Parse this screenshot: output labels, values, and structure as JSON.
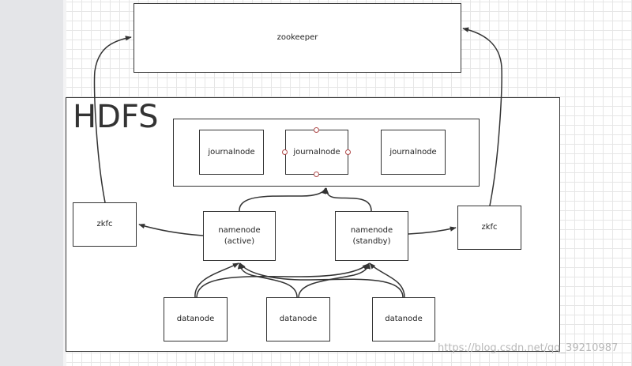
{
  "zookeeper": {
    "label": "zookeeper"
  },
  "hdfs": {
    "title": "HDFS"
  },
  "journalnodes": [
    {
      "label": "journalnode"
    },
    {
      "label": "journalnode"
    },
    {
      "label": "journalnode"
    }
  ],
  "zkfc_left": {
    "label": "zkfc"
  },
  "zkfc_right": {
    "label": "zkfc"
  },
  "namenode_active": {
    "line1": "namenode",
    "line2": "(active)"
  },
  "namenode_standby": {
    "line1": "namenode",
    "line2": "(standby)"
  },
  "datanodes": [
    {
      "label": "datanode"
    },
    {
      "label": "datanode"
    },
    {
      "label": "datanode"
    }
  ],
  "watermark": {
    "text": "https://blog.csdn.net/qq_39210987"
  },
  "colors": {
    "stroke": "#333333",
    "handle": "#b04a4a",
    "left_panel": "#e4e5e8",
    "grid": "#e6e6e6"
  }
}
